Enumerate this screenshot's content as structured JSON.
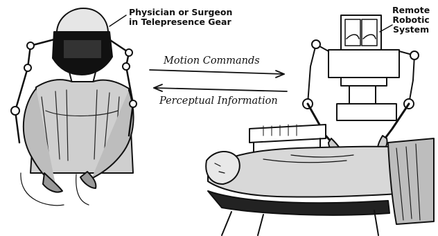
{
  "labels": {
    "physician_line1": "Physician or Surgeon",
    "physician_line2": "in Telepresence Gear",
    "robot_line1": "Remote",
    "robot_line2": "Robotic",
    "robot_line3": "System",
    "motion": "Motion Commands",
    "perceptual": "Perceptual Information"
  },
  "colors": {
    "ink": "#111111",
    "paper": "#ffffff"
  }
}
